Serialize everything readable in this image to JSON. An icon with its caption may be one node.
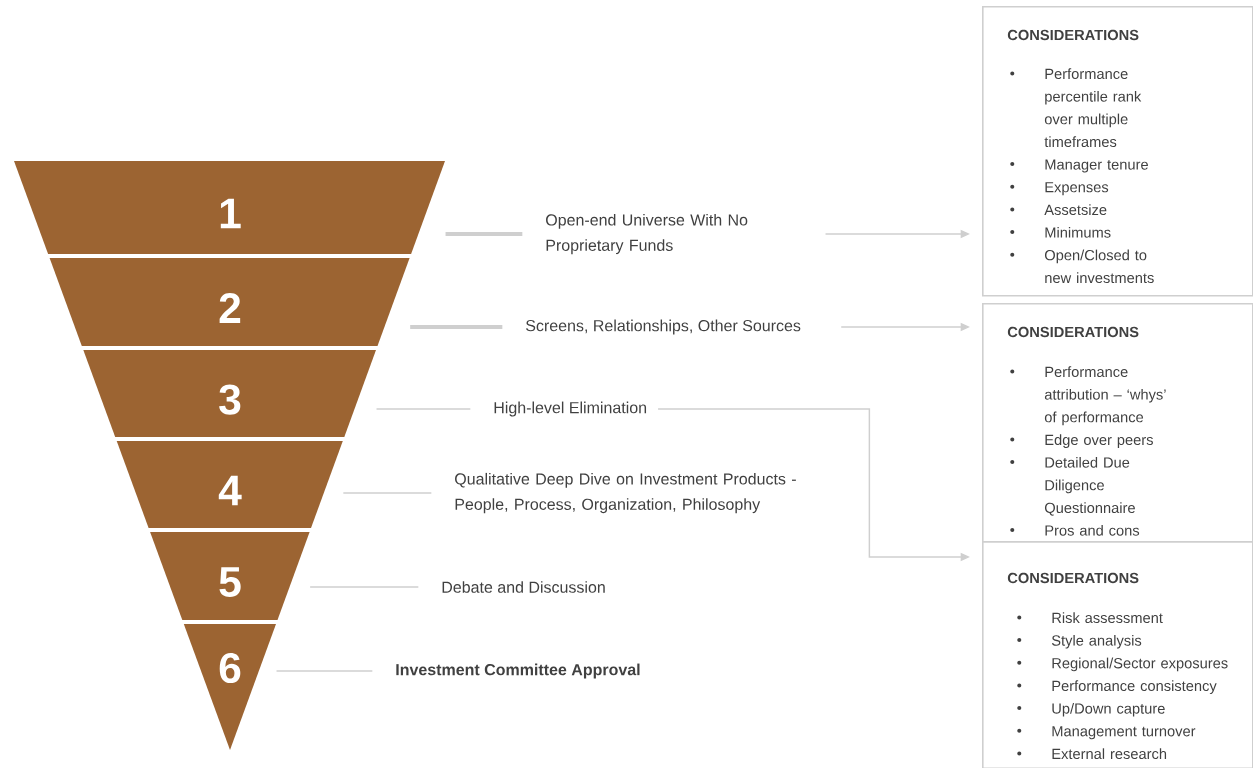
{
  "diagram": {
    "nodes": [
      {
        "text": [
          "1"
        ]
      },
      {
        "text": [
          "2"
        ]
      },
      {
        "text": [
          "3"
        ]
      },
      {
        "text": [
          "4"
        ]
      },
      {
        "text": [
          "5"
        ]
      },
      {
        "text": [
          "6"
        ]
      },
      {
        "text": [
          "Open-end Universe With No Proprietary Funds"
        ]
      },
      {
        "text": [
          "Screens, Relationships, Other Sources"
        ]
      },
      {
        "text": [
          "High-level Elimination"
        ]
      },
      {
        "text": [
          "Qualitative Deep Dive on Investment Products - People, Process, Organization, Philosophy"
        ]
      },
      {
        "text": [
          "Debate and Discussion"
        ]
      },
      {
        "text": [
          "Investment Committee Approval"
        ]
      },
      {
        "text": [
          "CONSIDERATIONS",
          "Performance percentile rank over multiple timeframes",
          "Manager tenure",
          "Expenses",
          "Assetsize",
          "Minimums",
          "Open/Closed to new investments"
        ]
      },
      {
        "text": [
          "CONSIDERATIONS",
          "Performance attribution – ‘whys’ of performance",
          "Edge over peers",
          "Detailed Due Diligence Questionnaire",
          "Pros and cons"
        ]
      },
      {
        "text": [
          "CONSIDERATIONS",
          "Risk assessment",
          "Style analysis",
          "Regional/Sector exposures",
          "Performance consistency",
          "Up/Down capture",
          "Management turnover",
          "External research"
        ]
      }
    ],
    "edges": [
      {
        "from": 0,
        "to": 6,
        "arrow": "none",
        "style": "thick"
      },
      {
        "from": 1,
        "to": 7,
        "arrow": "none",
        "style": "thick"
      },
      {
        "from": 2,
        "to": 8,
        "arrow": "none"
      },
      {
        "from": 3,
        "to": 9,
        "arrow": "none"
      },
      {
        "from": 4,
        "to": 10,
        "arrow": "none"
      },
      {
        "from": 5,
        "to": 11,
        "arrow": "none"
      },
      {
        "from": 6,
        "to": 12,
        "arrow": "to"
      },
      {
        "from": 7,
        "to": 13,
        "arrow": "to"
      },
      {
        "from": 8,
        "to": 14,
        "arrow": "to"
      }
    ]
  }
}
